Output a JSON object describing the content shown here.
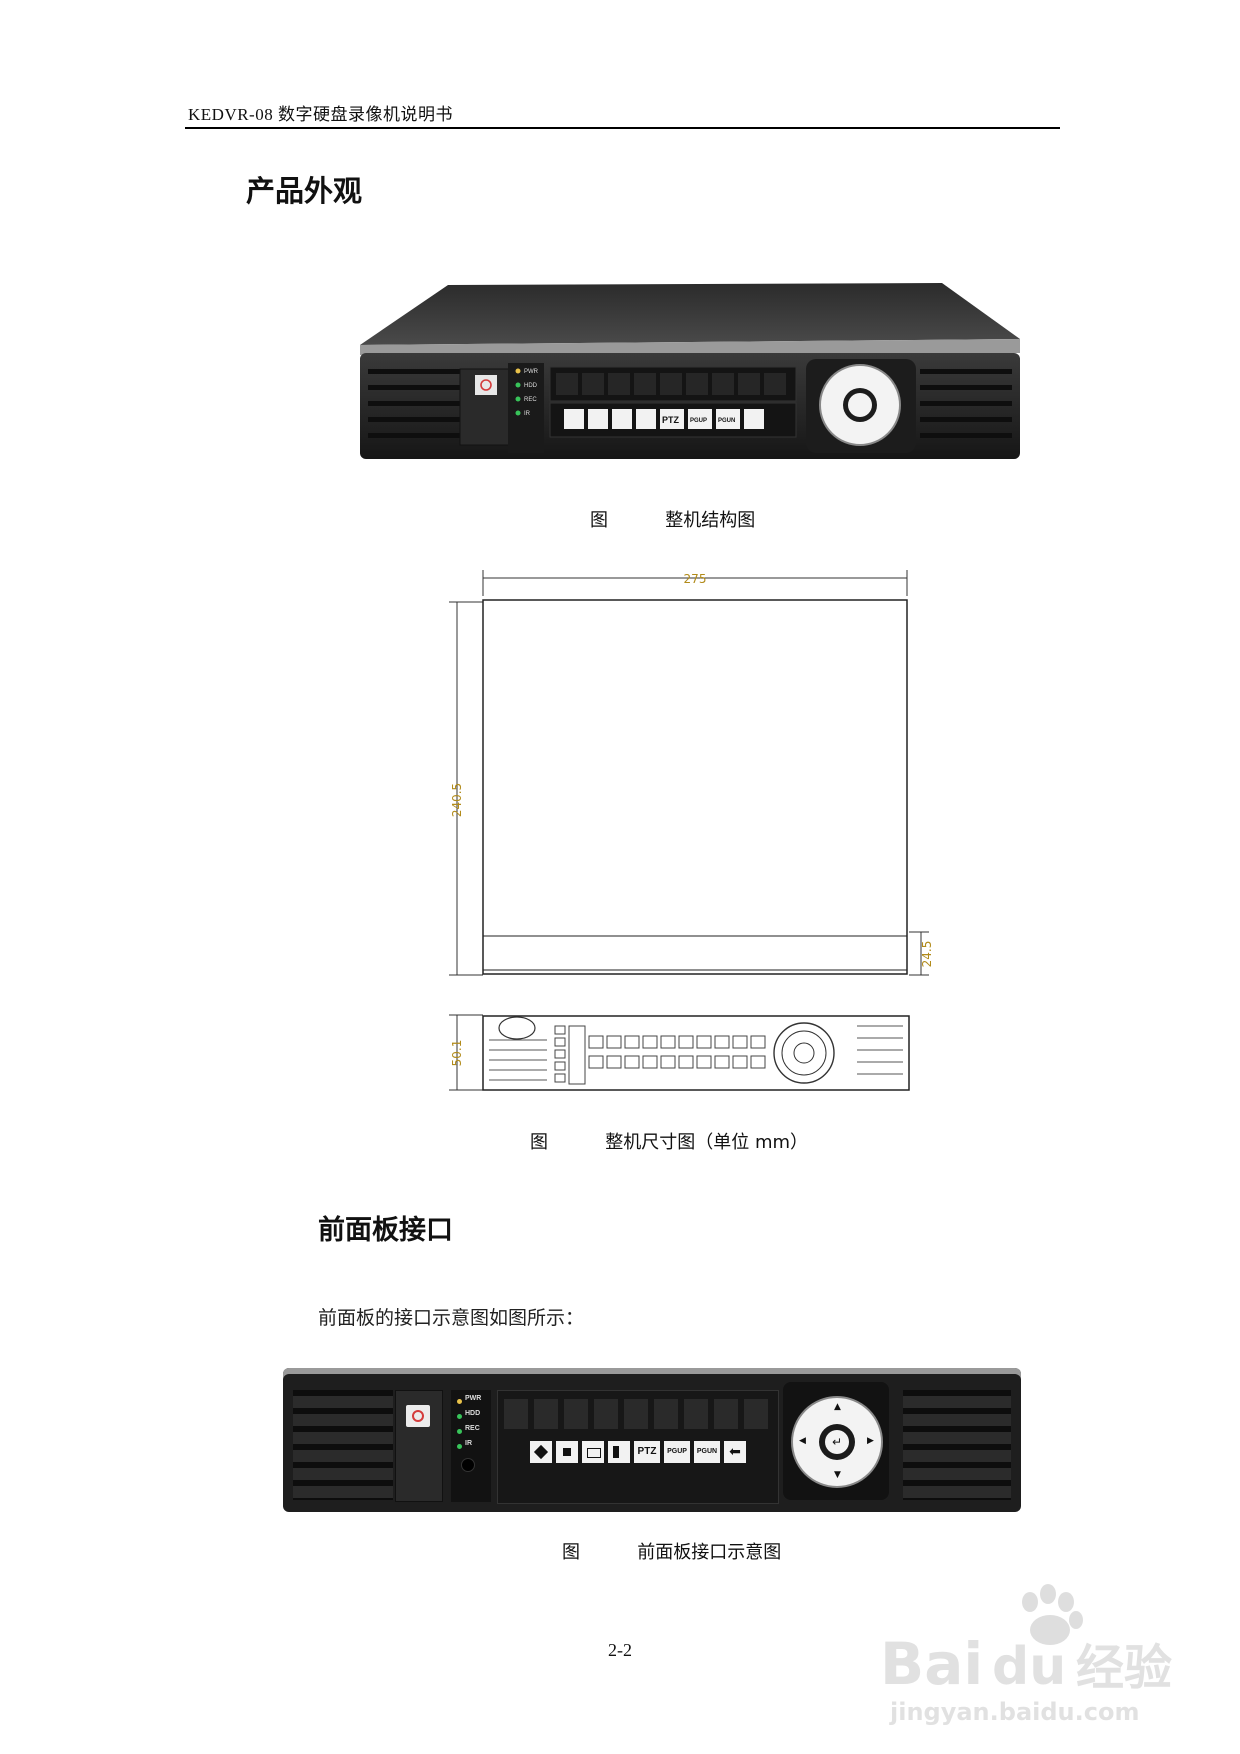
{
  "header": {
    "title": "KEDVR-08 数字硬盘录像机说明书"
  },
  "sections": {
    "appearance_title": "产品外观",
    "front_panel_title": "前面板接口",
    "front_panel_intro": "前面板的接口示意图如图所示："
  },
  "captions": {
    "fig1_prefix": "图",
    "fig1_text": "整机结构图",
    "fig2_prefix": "图",
    "fig2_text": "整机尺寸图（单位 mm）",
    "fig3_prefix": "图",
    "fig3_text": "前面板接口示意图"
  },
  "device_panel": {
    "leds": [
      "PWR",
      "HDD",
      "REC",
      "IR"
    ],
    "buttons": [
      "PTZ",
      "PGUP",
      "PGUN"
    ]
  },
  "dimensions": {
    "width": "275",
    "depth": "240.5",
    "front_height": "24.5",
    "panel_height": "50.1"
  },
  "page": {
    "number": "2-2"
  },
  "watermark": {
    "brand": "Bai",
    "brand_suffix": "du",
    "product": "经验",
    "url": "jingyan.baidu.com"
  }
}
